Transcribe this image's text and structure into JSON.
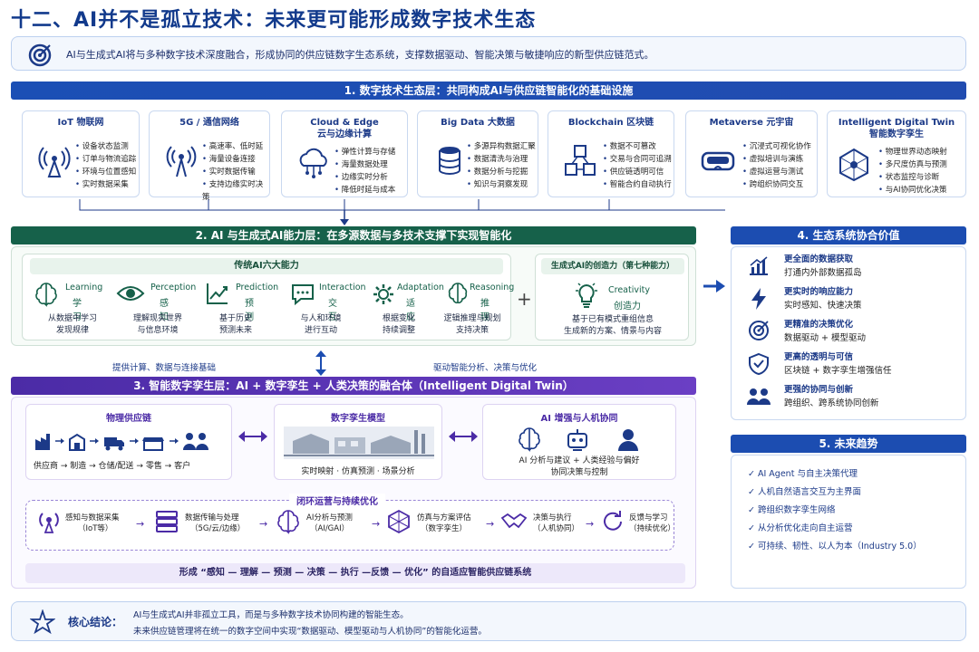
{
  "title": "十二、AI并不是孤立技术：未来更可能形成数字技术生态",
  "intro": "AI与生成式AI将与多种数字技术深度融合，形成协同的供应链数字生态系统，支撑数据驱动、智能决策与敏捷响应的新型供应链范式。",
  "layer1": {
    "title": "1. 数字技术生态层：共同构成AI与供应链智能化的基础设施",
    "cards": [
      {
        "name": "IoT 物联网",
        "items": [
          "设备状态监测",
          "订单与物流追踪",
          "环境与位置感知",
          "实时数据采集"
        ]
      },
      {
        "name": "5G / 通信网络",
        "items": [
          "高速率、低时延",
          "海量设备连接",
          "实时数据传输",
          "支持边缘实时决策"
        ]
      },
      {
        "name": "Cloud & Edge\n云与边缘计算",
        "items": [
          "弹性计算与存储",
          "海量数据处理",
          "边缘实时分析",
          "降低时延与成本"
        ]
      },
      {
        "name": "Big Data 大数据",
        "items": [
          "多源异构数据汇聚",
          "数据清洗与治理",
          "数据分析与挖掘",
          "知识与洞察发现"
        ]
      },
      {
        "name": "Blockchain 区块链",
        "items": [
          "数据不可篡改",
          "交易与合同可追溯",
          "供应链透明可信",
          "智能合约自动执行"
        ]
      },
      {
        "name": "Metaverse 元宇宙",
        "items": [
          "沉浸式可视化协作",
          "虚拟培训与演练",
          "虚拟运营与测试",
          "跨组织协同交互"
        ]
      },
      {
        "name": "Intelligent Digital Twin\n智能数字孪生",
        "items": [
          "物理世界动态映射",
          "多尺度仿真与预测",
          "状态监控与诊断",
          "与AI协同优化决策"
        ]
      }
    ]
  },
  "layer2": {
    "title": "2. AI 与生成式AI能力层：在多源数据与多技术支撑下实现智能化",
    "traditional_title": "传统AI六大能力",
    "abilities": [
      {
        "en": "Learning",
        "zh": "学习",
        "desc": "从数据中学习\n发现规律"
      },
      {
        "en": "Perception",
        "zh": "感知",
        "desc": "理解现实世界\n与信息环境"
      },
      {
        "en": "Prediction",
        "zh": "预测",
        "desc": "基于历史\n预测未来"
      },
      {
        "en": "Interaction",
        "zh": "交互",
        "desc": "与人和环境\n进行互动"
      },
      {
        "en": "Adaptation",
        "zh": "适应",
        "desc": "根据变化\n持续调整"
      },
      {
        "en": "Reasoning",
        "zh": "推理",
        "desc": "逻辑推理与规划\n支持决策"
      }
    ],
    "plus": "+",
    "gen_title": "生成式AI的创造力（第七种能力）",
    "creativity": {
      "en": "Creativity",
      "zh": "创造力",
      "desc": "基于已有模式重组信息\n生成新的方案、情景与内容"
    },
    "left_label": "提供计算、数据与连接基础",
    "right_label": "驱动智能分析、决策与优化"
  },
  "layer3": {
    "title": "3. 智能数字孪生层：AI + 数字孪生 + 人类决策的融合体（Intelligent Digital Twin）",
    "physical": {
      "title": "物理供应链",
      "chain": "供应商 → 制造 → 仓储/配送 → 零售 → 客户"
    },
    "twin": {
      "title": "数字孪生模型",
      "caption": "实时映射 · 仿真预测 · 场景分析"
    },
    "ai": {
      "title": "AI 增强与人机协同",
      "caption": "AI 分析与建议 + 人类经验与偏好\n协同决策与控制"
    },
    "loop_title": "闭环运营与持续优化",
    "loop": [
      {
        "t": "感知与数据采集",
        "s": "（IoT等）"
      },
      {
        "t": "数据传输与处理",
        "s": "（5G/云/边缘）"
      },
      {
        "t": "AI分析与预测",
        "s": "（AI/GAI）"
      },
      {
        "t": "仿真与方案评估",
        "s": "（数字孪生）"
      },
      {
        "t": "决策与执行",
        "s": "（人机协同）"
      },
      {
        "t": "反馈与学习",
        "s": "（持续优化）"
      }
    ],
    "bottom": "形成 “感知 — 理解 — 预测 — 决策 — 执行 —反馈 — 优化” 的自适应智能供应链系统"
  },
  "value": {
    "title": "4. 生态系统协合价值",
    "items": [
      {
        "t": "更全面的数据获取",
        "d": "打通内外部数据孤岛"
      },
      {
        "t": "更实时的响应能力",
        "d": "实时感知、快速决策"
      },
      {
        "t": "更精准的决策优化",
        "d": "数据驱动 + 模型驱动"
      },
      {
        "t": "更高的透明与可信",
        "d": "区块链 + 数字孪生增强信任"
      },
      {
        "t": "更强的协同与创新",
        "d": "跨组织、跨系统协同创新"
      }
    ]
  },
  "trends": {
    "title": "5. 未来趋势",
    "items": [
      "AI Agent 与自主决策代理",
      "人机自然语言交互为主界面",
      "跨组织数字孪生网络",
      "从分析优化走向自主运营",
      "可持续、韧性、以人为本（Industry 5.0）"
    ]
  },
  "conclusion": {
    "label": "核心结论：",
    "line1": "AI与生成式AI并非孤立工具，而是与多种数字技术协同构建的智能生态。",
    "line2": "未来供应链管理将在统一的数字空间中实现“数据驱动、模型驱动与人机协同”的智能化运营。"
  },
  "colors": {
    "primary": "#1c4db1",
    "green": "#16614a",
    "purple": "#4b2ba6"
  }
}
